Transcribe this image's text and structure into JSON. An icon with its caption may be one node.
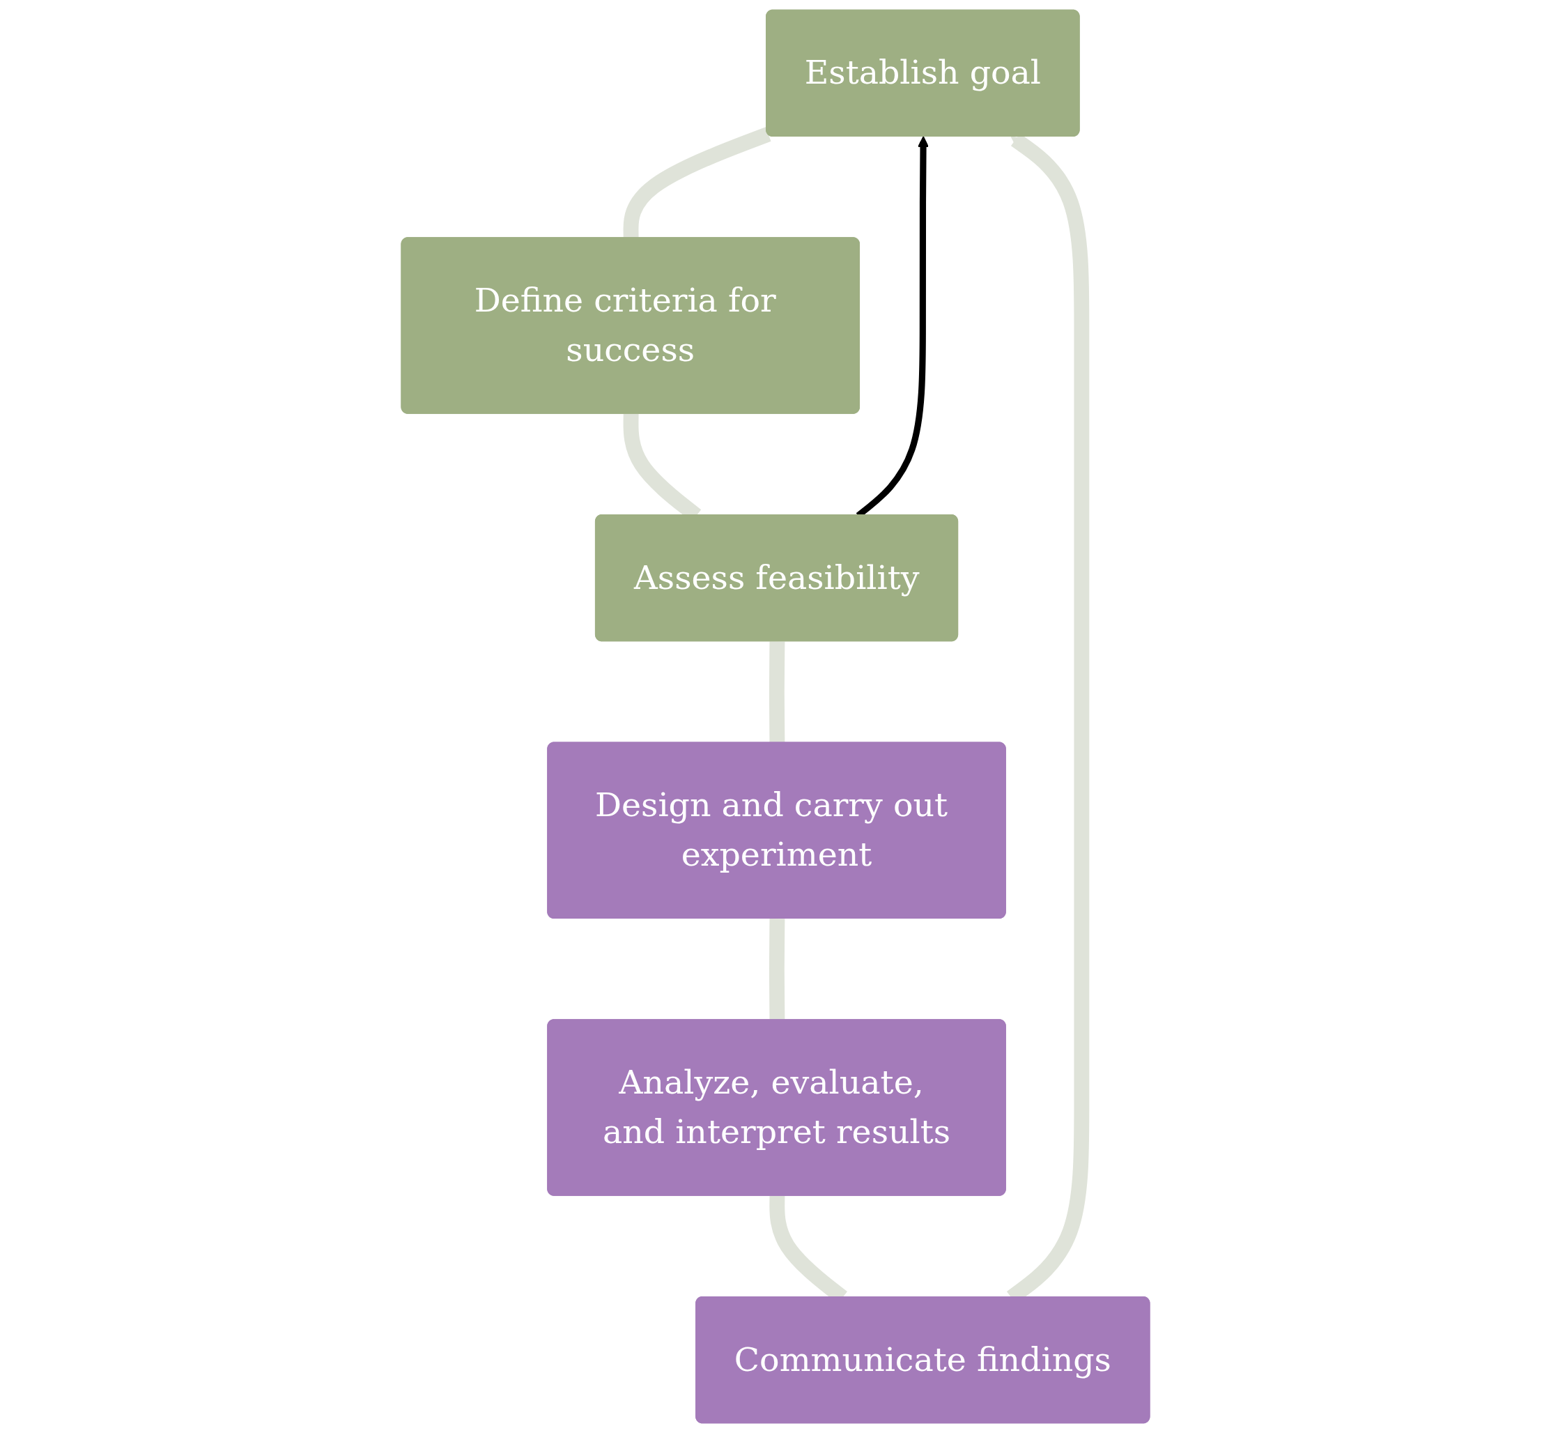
{
  "diagram": {
    "nodes": [
      {
        "text": [
          "Establish goal"
        ]
      },
      {
        "text": [
          "Define criteria for success"
        ]
      },
      {
        "text": [
          "Assess feasibility"
        ]
      },
      {
        "text": [
          "Design and carry out experiment"
        ]
      },
      {
        "text": [
          "Analyze, evaluate, and interpret results"
        ]
      },
      {
        "text": [
          "Communicate findings"
        ]
      }
    ],
    "edges": [
      {
        "from": 0,
        "to": 1,
        "arrow": "none"
      },
      {
        "from": 1,
        "to": 2,
        "arrow": "none"
      },
      {
        "from": 2,
        "to": 3,
        "arrow": "none"
      },
      {
        "from": 3,
        "to": 4,
        "arrow": "none"
      },
      {
        "from": 4,
        "to": 5,
        "arrow": "none"
      },
      {
        "from": 5,
        "to": 0,
        "arrow": "to"
      },
      {
        "from": 2,
        "to": 0,
        "arrow": "to",
        "color": "#000000"
      }
    ]
  }
}
